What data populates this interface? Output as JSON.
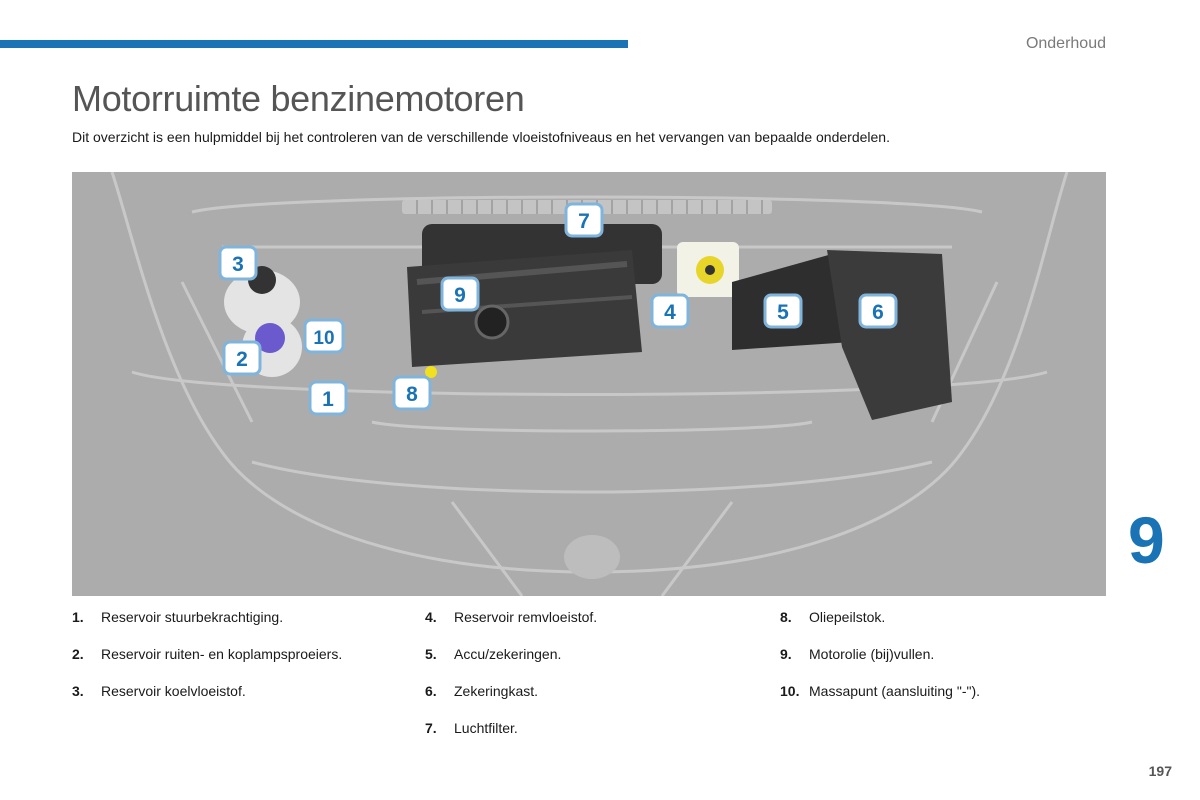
{
  "header": {
    "section": "Onderhoud",
    "accent_color": "#1a73b5"
  },
  "title": "Motorruimte benzinemotoren",
  "intro": "Dit overzicht is een hulpmiddel bij het controleren van de verschillende vloeistofniveaus en het vervangen van bepaalde onderdelen.",
  "figure": {
    "labels": [
      "1",
      "2",
      "3",
      "4",
      "5",
      "6",
      "7",
      "8",
      "9",
      "10"
    ]
  },
  "chapter": "9",
  "legend": [
    {
      "num": "1.",
      "text": "Reservoir stuurbekrachtiging."
    },
    {
      "num": "2.",
      "text": "Reservoir ruiten- en koplampsproeiers."
    },
    {
      "num": "3.",
      "text": "Reservoir koelvloeistof."
    },
    {
      "num": "4.",
      "text": "Reservoir remvloeistof."
    },
    {
      "num": "5.",
      "text": "Accu/zekeringen."
    },
    {
      "num": "6.",
      "text": "Zekeringkast."
    },
    {
      "num": "7.",
      "text": "Luchtfilter."
    },
    {
      "num": "8.",
      "text": "Oliepeilstok."
    },
    {
      "num": "9.",
      "text": "Motorolie (bij)vullen."
    },
    {
      "num": "10.",
      "text": "Massapunt (aansluiting \"-\")."
    }
  ],
  "page_number": "197"
}
